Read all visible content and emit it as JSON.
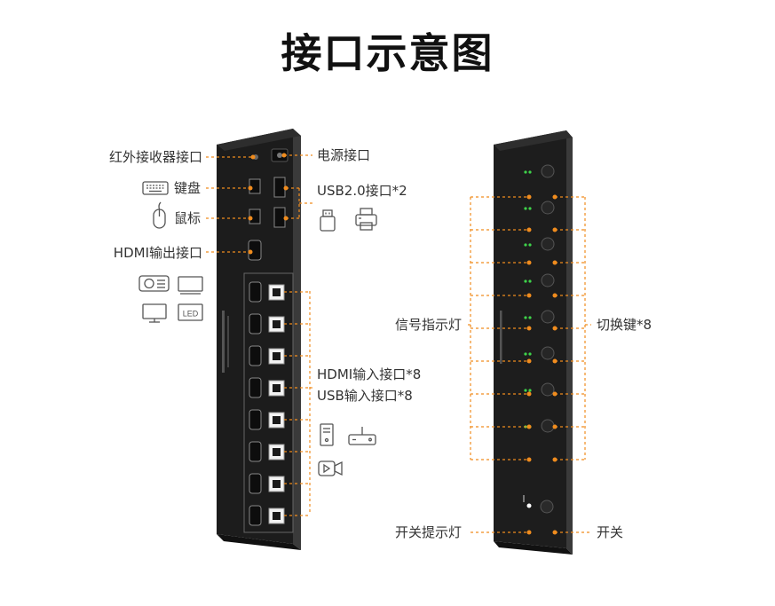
{
  "title": "接口示意图",
  "left_device": {
    "labels": {
      "ir_receiver": "红外接收器接口",
      "keyboard": "键盘",
      "mouse": "鼠标",
      "hdmi_out": "HDMI输出接口",
      "power": "电源接口",
      "usb20": "USB2.0接口*2",
      "hdmi_in": "HDMI输入接口*8",
      "usb_in": "USB输入接口*8"
    },
    "tiny_labels": {
      "led": "LED"
    }
  },
  "right_device": {
    "labels": {
      "signal_indicator": "信号指示灯",
      "switch_key": "切换键*8",
      "power_indicator": "开关提示灯",
      "power_switch": "开关"
    }
  },
  "colors": {
    "accent": "#f08c1e",
    "device": "#1c1c1c",
    "device_side": "#2b2b2b",
    "led": "#3ed34a",
    "icon": "#555555"
  }
}
